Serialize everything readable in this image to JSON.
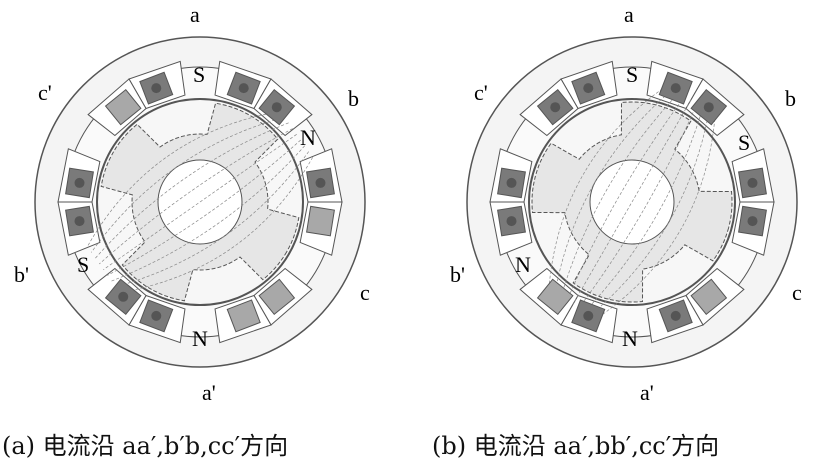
{
  "figures": [
    {
      "id": "a",
      "phase_labels": {
        "a": "a",
        "b": "b",
        "c": "c",
        "a_prime": "a'",
        "b_prime": "b'",
        "c_prime": "c'"
      },
      "pole_labels": [
        {
          "text": "S",
          "pos": "top"
        },
        {
          "text": "N",
          "pos": "upper-right"
        },
        {
          "text": "S",
          "pos": "lower-left"
        },
        {
          "text": "N",
          "pos": "bottom"
        }
      ],
      "caption": "(a) 电流沿 aa′,b′b,cc′方向"
    },
    {
      "id": "b",
      "phase_labels": {
        "a": "a",
        "b": "b",
        "c": "c",
        "a_prime": "a'",
        "b_prime": "b'",
        "c_prime": "c'"
      },
      "pole_labels": [
        {
          "text": "S",
          "pos": "top"
        },
        {
          "text": "S",
          "pos": "upper-right"
        },
        {
          "text": "N",
          "pos": "lower-left"
        },
        {
          "text": "N",
          "pos": "bottom"
        }
      ],
      "caption": "(b) 电流沿 aa′,bb′,cc′方向"
    }
  ],
  "colors": {
    "ring": "#f4f4f4",
    "line": "#555555",
    "coil_wound": "#7a7a7a",
    "coil_plain": "#a8a8a8",
    "rotor": "#e6e6e6"
  }
}
